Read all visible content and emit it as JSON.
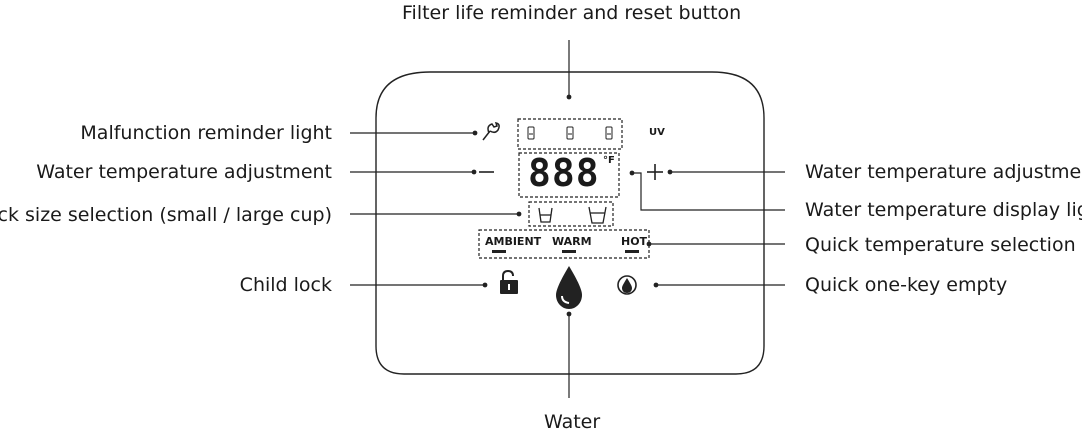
{
  "callouts": {
    "top": "Filter life reminder and reset button",
    "left1": "Malfunction reminder light",
    "left2": "Water temperature adjustment",
    "left3": "Quick size selection (small / large cup)",
    "left4": "Child lock",
    "right1": "Water temperature adjustment",
    "right2": "Water temperature display light",
    "right3": "Quick temperature selection",
    "right4": "Quick one-key empty",
    "bottom": "Water"
  },
  "panel": {
    "uv_label": "UV",
    "display_digits": "888",
    "display_unit": "°F",
    "minus_symbol": "—",
    "plus_symbol": "+",
    "temp_ambient": "AMBIENT",
    "temp_warm": "WARM",
    "temp_hot": "HOT"
  }
}
